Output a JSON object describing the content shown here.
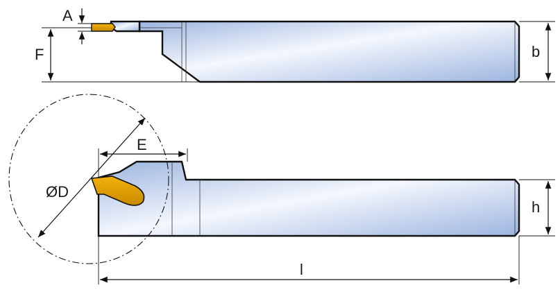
{
  "diagram": {
    "labels": {
      "A": "A",
      "F": "F",
      "b": "b",
      "E": "E",
      "D": "ØD",
      "h": "h",
      "l": "l"
    },
    "colors": {
      "body_light": "#f4f7fd",
      "body_dark": "#9db5df",
      "insert": "#f2b10a",
      "insert_dark": "#c98a00",
      "outline": "#111111"
    }
  }
}
